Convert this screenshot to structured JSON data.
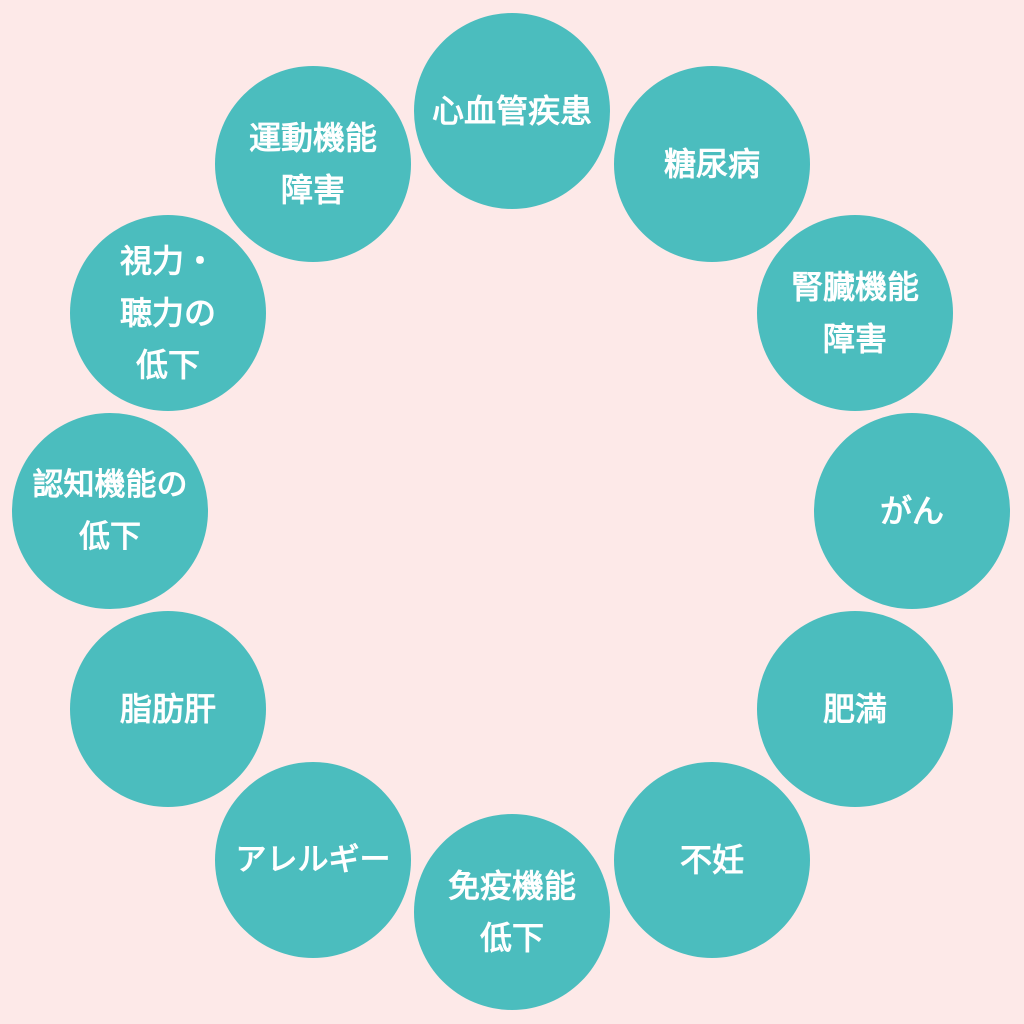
{
  "colors": {
    "background": "#fde9e8",
    "circle": "#4bbdbe",
    "text": "#ffffff"
  },
  "nodes": [
    {
      "lines": [
        "心血管疾患"
      ]
    },
    {
      "lines": [
        "糖尿病"
      ]
    },
    {
      "lines": [
        "腎臓機能",
        "障害"
      ]
    },
    {
      "lines": [
        "がん"
      ]
    },
    {
      "lines": [
        "肥満"
      ]
    },
    {
      "lines": [
        "不妊"
      ]
    },
    {
      "lines": [
        "免疫機能",
        "低下"
      ]
    },
    {
      "lines": [
        "アレルギー"
      ]
    },
    {
      "lines": [
        "脂肪肝"
      ]
    },
    {
      "lines": [
        "認知機能の",
        "低下"
      ]
    },
    {
      "lines": [
        "視力・",
        "聴力の",
        "低下"
      ]
    },
    {
      "lines": [
        "運動機能",
        "障害"
      ]
    }
  ]
}
